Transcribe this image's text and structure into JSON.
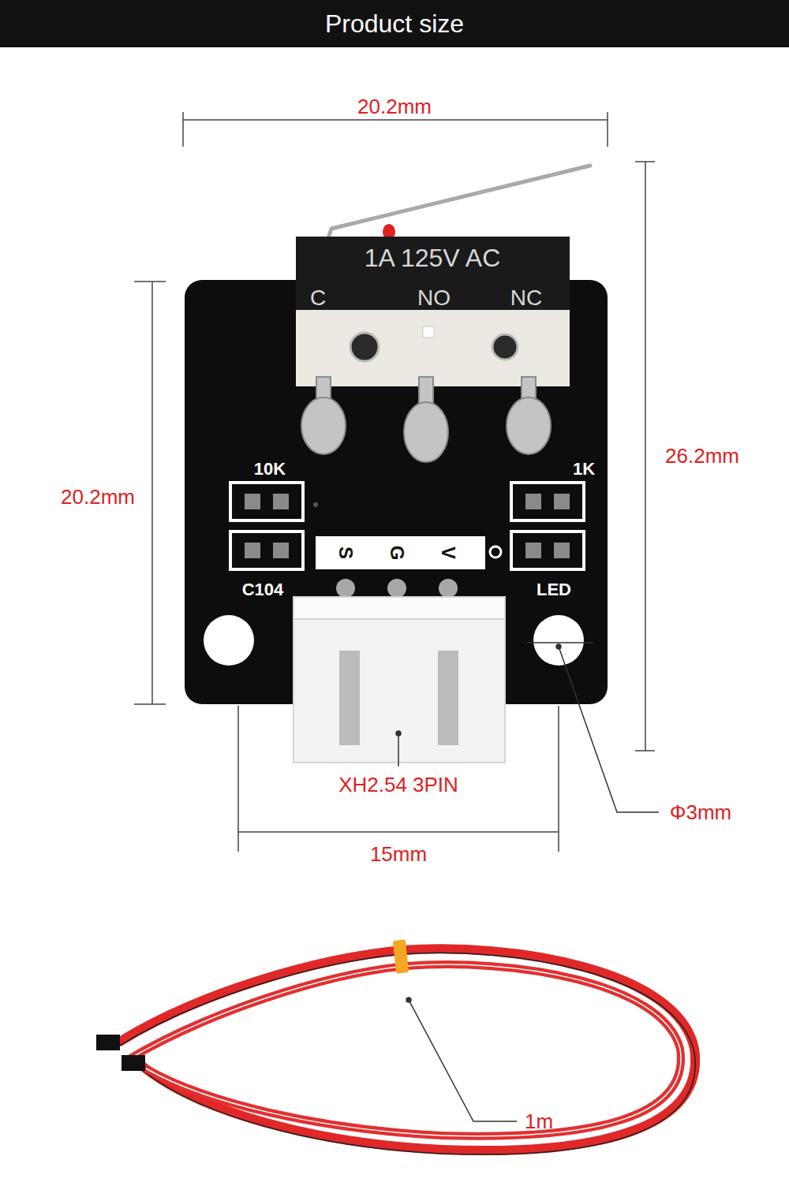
{
  "diagram": {
    "title": "Product size",
    "labels": [
      "20.2mm",
      "20.2mm",
      "26.2mm",
      "XH2.54 3PIN",
      "Φ3mm",
      "15mm",
      "1m",
      "1A 125V AC",
      "C",
      "NO",
      "NC",
      "10K",
      "1K",
      "S",
      "G",
      "V",
      "C104",
      "LED"
    ]
  }
}
